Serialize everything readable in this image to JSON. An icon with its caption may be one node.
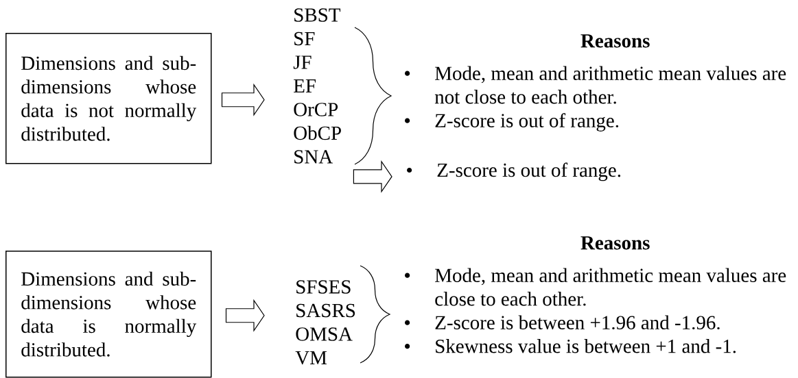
{
  "diagram": {
    "nodes": [
      {
        "text": [
          "Dimensions and sub-dimensions whose data is not normally distributed."
        ]
      },
      {
        "text": [
          "SBST",
          "SF",
          "JF",
          "EF",
          "OrCP",
          "ObCP",
          "SNA"
        ]
      },
      {
        "text": [
          "Reasons",
          "Mode, mean and arithmetic mean values are not close to each other.",
          "Z-score is out of range."
        ]
      },
      {
        "text": [
          "Z-score is out of range."
        ]
      },
      {
        "text": [
          "Dimensions and sub-dimensions whose data is normally distributed."
        ]
      },
      {
        "text": [
          "SFSES",
          "SASRS",
          "OMSA",
          "VM"
        ]
      },
      {
        "text": [
          "Reasons",
          "Mode, mean and arithmetic mean values are close to each other.",
          "Z-score is between +1.96 and -1.96.",
          "Skewness value is between +1 and -1."
        ]
      }
    ],
    "edges": [
      {
        "from": 0,
        "to": 1,
        "arrow": "to"
      },
      {
        "from": 1,
        "to": 3,
        "arrow": "to"
      },
      {
        "from": 4,
        "to": 5,
        "arrow": "to"
      }
    ]
  }
}
